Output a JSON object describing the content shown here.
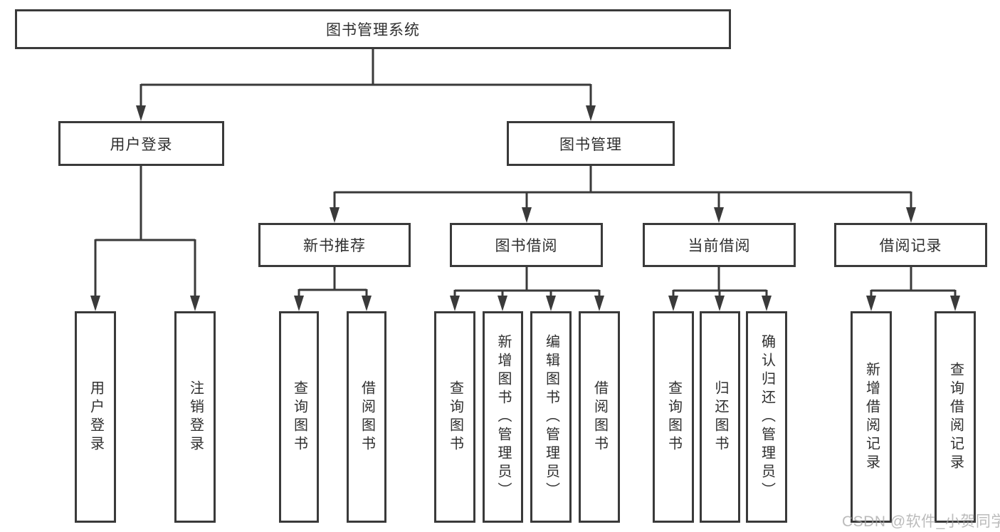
{
  "diagram": {
    "title_node": {
      "label": "图书管理系统"
    },
    "level2": {
      "user_login": {
        "label": "用户登录"
      },
      "book_mgmt": {
        "label": "图书管理"
      }
    },
    "level3": {
      "new_book_rec": {
        "label": "新书推荐"
      },
      "book_borrow": {
        "label": "图书借阅"
      },
      "current_borrow": {
        "label": "当前借阅"
      },
      "borrow_records": {
        "label": "借阅记录"
      }
    },
    "leaves": [
      {
        "label": "用户登录"
      },
      {
        "label": "注销登录"
      },
      {
        "label": "查询图书"
      },
      {
        "label": "借阅图书"
      },
      {
        "label": "查询图书"
      },
      {
        "label": "新增图书（管理员）"
      },
      {
        "label": "编辑图书（管理员）"
      },
      {
        "label": "借阅图书"
      },
      {
        "label": "查询图书"
      },
      {
        "label": "归还图书"
      },
      {
        "label": "确认归还（管理员）"
      },
      {
        "label": "新增借阅记录"
      },
      {
        "label": "查询借阅记录"
      }
    ]
  },
  "watermark": {
    "text": "CSDN @软件_小贺同学",
    "color": "#a4a4a4"
  },
  "colors": {
    "line": "#3a3a3a",
    "box_border": "#3a3a3a",
    "box_background": "#ffffff",
    "text": "#2f2f2f",
    "page_background": "#ffffff"
  }
}
